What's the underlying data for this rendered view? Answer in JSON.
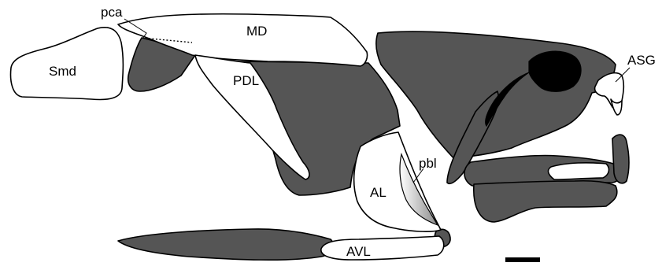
{
  "colors": {
    "bone_dark": "#555555",
    "bone_light": "#ffffff",
    "orbit": "#000000",
    "outline": "#000000"
  },
  "labels": {
    "pca": "pca",
    "smd": "Smd",
    "md": "MD",
    "pdl": "PDL",
    "asg": "ASG",
    "pbl": "pbl",
    "al": "AL",
    "avl": "AVL"
  },
  "scale_bar": {
    "visible": true
  }
}
